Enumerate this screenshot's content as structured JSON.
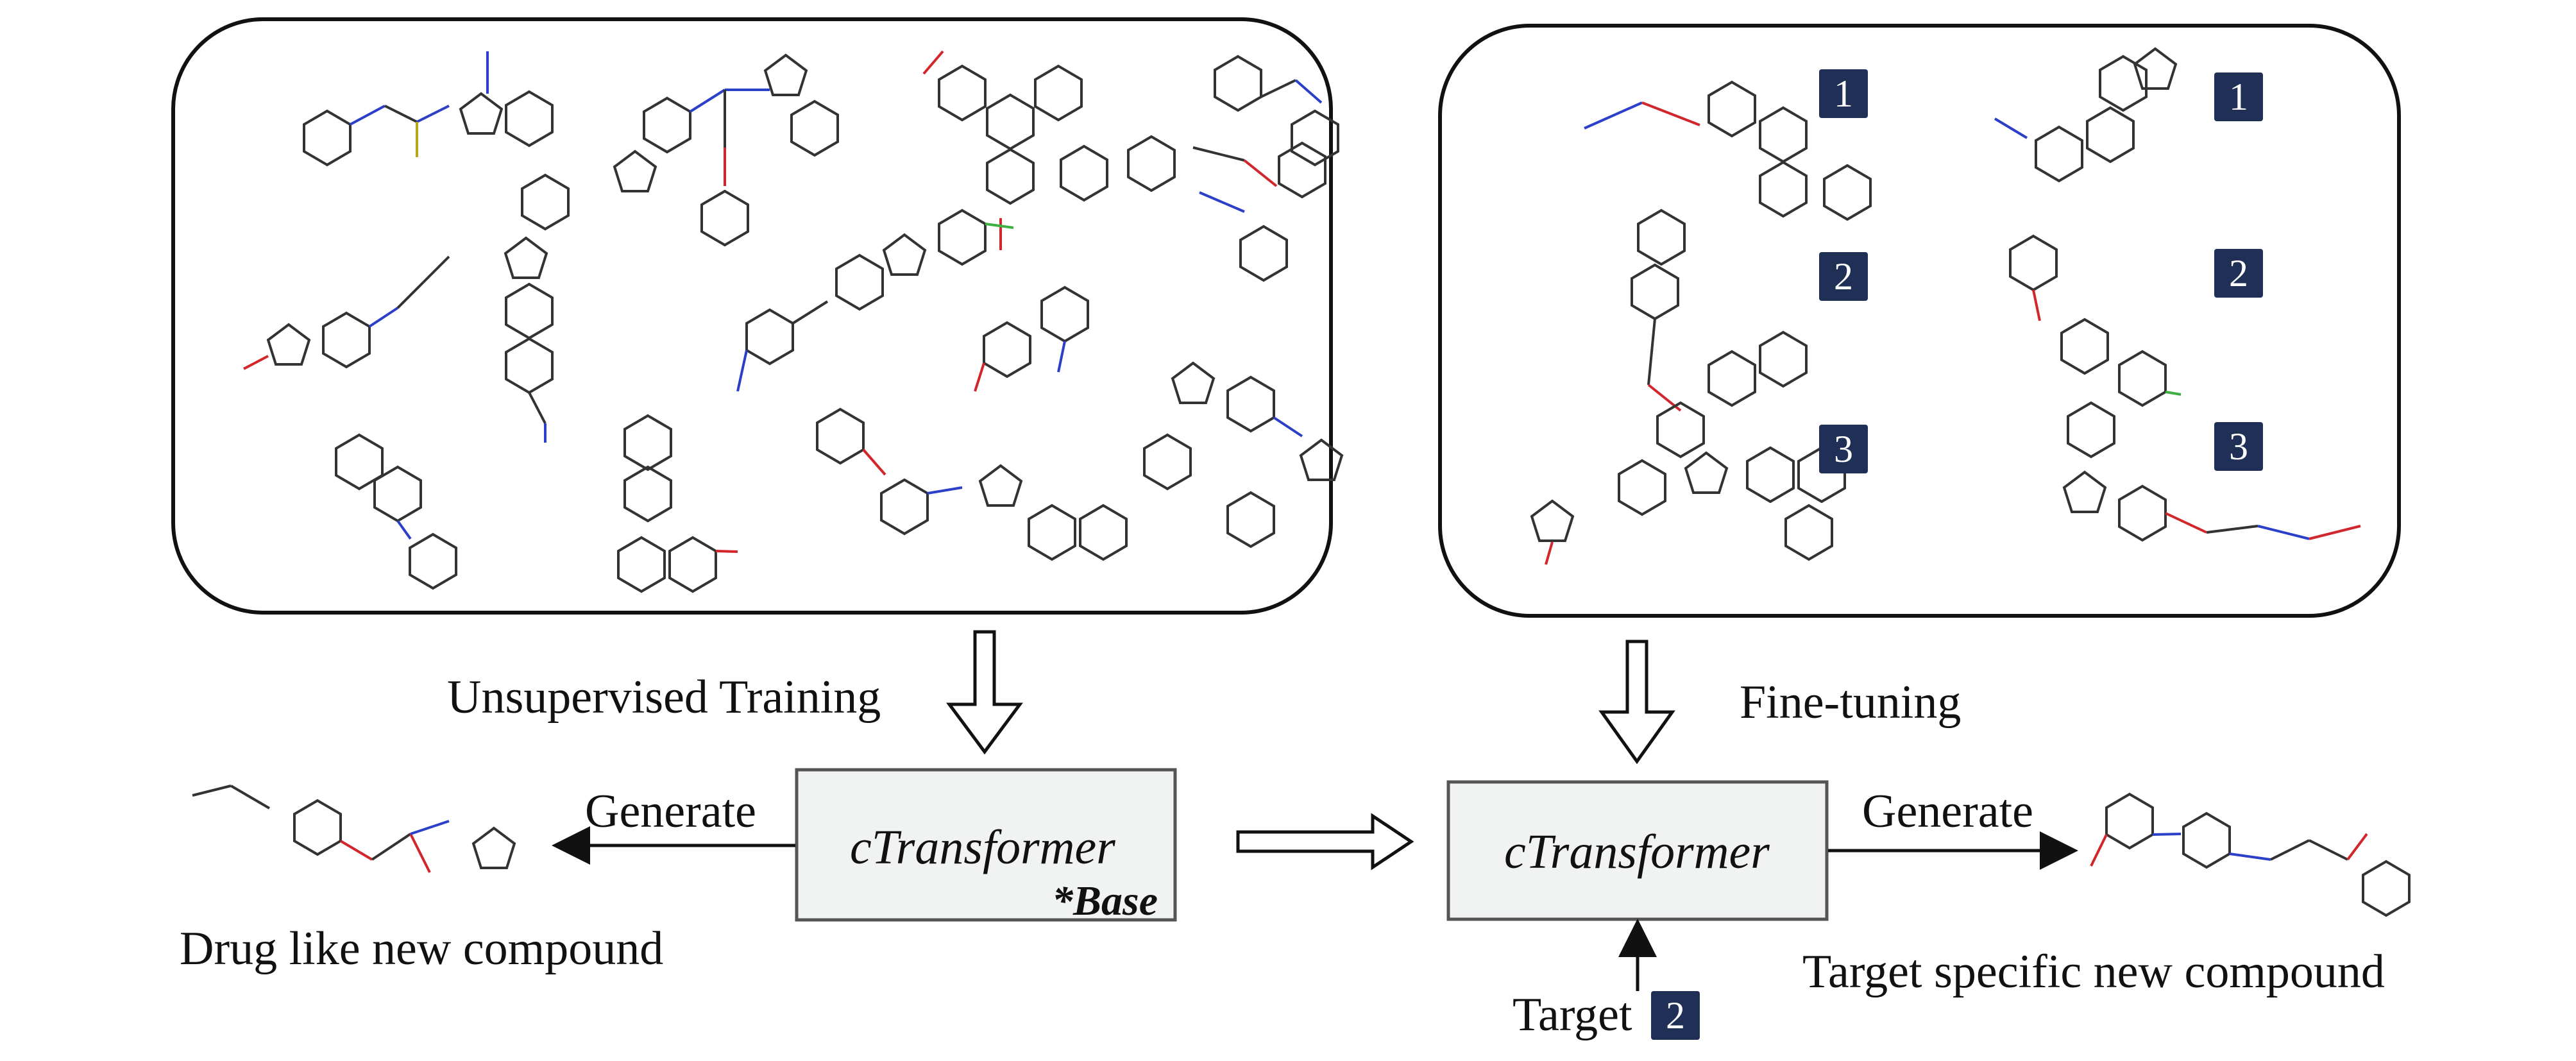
{
  "labels": {
    "unsupervised_training": "Unsupervised Training",
    "fine_tuning": "Fine-tuning",
    "generate_left": "Generate",
    "generate_right": "Generate",
    "drug_like": "Drug like new compound",
    "target_specific": "Target specific new compound",
    "target": "Target"
  },
  "models": {
    "base_name": "cTransformer",
    "base_tag": "*Base",
    "finetuned_name": "cTransformer"
  },
  "target_badge": "2",
  "badges": [
    "1",
    "1",
    "2",
    "2",
    "3",
    "3"
  ],
  "colors": {
    "badge": "#1f2f55",
    "model_box_fill": "#f1f3f3",
    "panel_border": "#111111",
    "bond": "#333333",
    "heteroatom_n": "#2b3fc8",
    "heteroatom_o": "#d1262b",
    "heteroatom_s": "#b9a51a",
    "heteroatom_cl": "#3cb043"
  }
}
